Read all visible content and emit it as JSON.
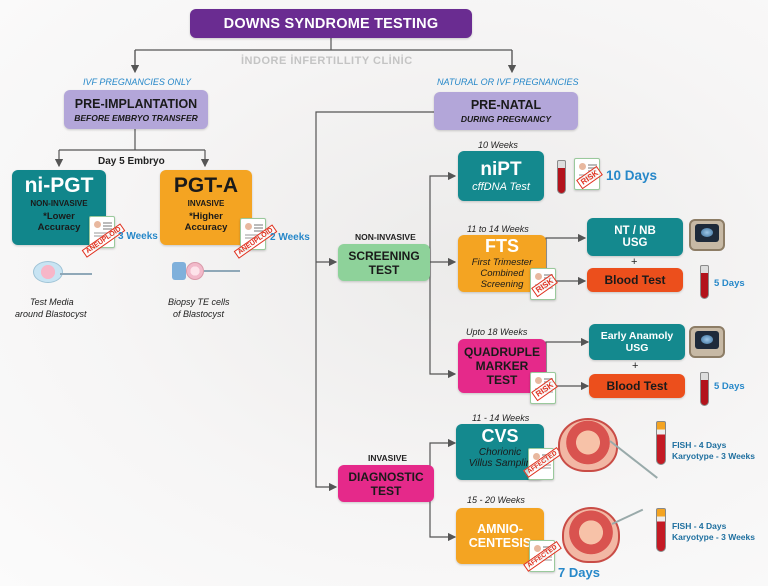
{
  "title": "DOWNS SYNDROME TESTING",
  "clinic": "İNDORE İNFERTILLITY CLİNİC",
  "colors": {
    "title_bg": "#6a2c91",
    "lavender": "#b3a6d9",
    "teal": "#11868b",
    "orange": "#f4a422",
    "green": "#8ed29a",
    "pink": "#e5298a",
    "red": "#ec4f1c",
    "blue_text": "#2788c9"
  },
  "left": {
    "caption": "IVF PREGNANCIES ONLY",
    "header": {
      "title": "PRE-IMPLANTATION",
      "subtitle": "BEFORE EMBRYO TRANSFER"
    },
    "stage": "Day 5 Embryo",
    "nipgt": {
      "title": "ni-PGT",
      "type": "NON-INVASIVE",
      "note1": "*Lower",
      "note2": "Accuracy",
      "stamp": "ANEUPLOID",
      "time": "3 Weeks",
      "caption1": "Test Media",
      "caption2": "around Blastocyst"
    },
    "pgta": {
      "title": "PGT-A",
      "type": "INVASIVE",
      "note1": "*Higher",
      "note2": "Accuracy",
      "stamp": "ANEUPLOID",
      "time": "2 Weeks",
      "caption1": "Biopsy TE cells",
      "caption2": "of Blastocyst"
    }
  },
  "right": {
    "caption": "NATURAL OR IVF PREGNANCIES",
    "header": {
      "title": "PRE-NATAL",
      "subtitle": "DURING PREGNANCY"
    },
    "screening": {
      "label": "NON-INVASIVE",
      "title1": "SCREENING",
      "title2": "TEST"
    },
    "diagnostic": {
      "label": "INVASIVE",
      "title1": "DIAGNOSTIC",
      "title2": "TEST"
    },
    "nipt": {
      "weeks": "10 Weeks",
      "title": "niPT",
      "subtitle": "cffDNA Test",
      "stamp": "RISK",
      "time": "10 Days"
    },
    "fts": {
      "weeks": "11 to 14 Weeks",
      "title": "FTS",
      "sub1": "First Trimester",
      "sub2": "Combined",
      "sub3": "Screening",
      "stamp": "RISK",
      "usg1": "NT / NB",
      "usg2": "USG",
      "plus": "+",
      "blood": "Blood Test",
      "time": "5 Days"
    },
    "quad": {
      "weeks": "Upto 18 Weeks",
      "title1": "QUADRUPLE",
      "title2": "MARKER",
      "title3": "TEST",
      "stamp": "RISK",
      "usg1": "Early Anamoly",
      "usg2": "USG",
      "plus": "+",
      "blood": "Blood Test",
      "time": "5 Days"
    },
    "cvs": {
      "weeks": "11 - 14 Weeks",
      "title": "CVS",
      "sub1": "Chorionic",
      "sub2": "Villus Samplin",
      "stamp": "AFFECTED",
      "fish": "FISH - 4 Days",
      "karyo": "Karyotype - 3 Weeks"
    },
    "amnio": {
      "weeks": "15 - 20 Weeks",
      "title1": "AMNIO-",
      "title2": "CENTESIS",
      "stamp": "AFFECTED",
      "fish": "FISH - 4 Days",
      "karyo": "Karyotype - 3 Weeks",
      "time": "7 Days"
    }
  }
}
